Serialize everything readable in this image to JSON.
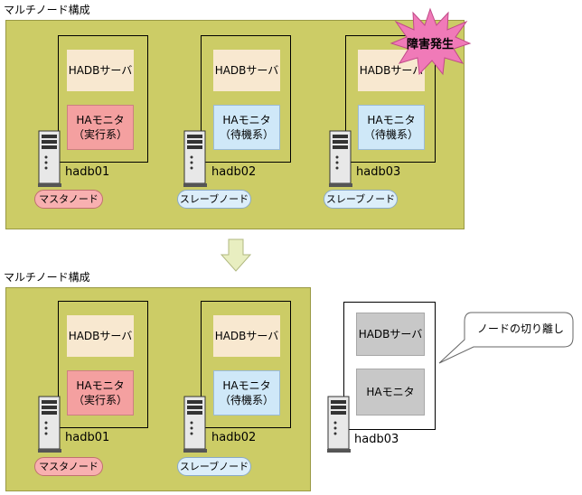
{
  "diagram": {
    "top": {
      "title": "マルチノード構成",
      "nodes": [
        {
          "server": "HADBサーバ",
          "monitor": [
            "HAモニタ",
            "（実行系）"
          ],
          "host": "hadb01",
          "role": "マスタノード"
        },
        {
          "server": "HADBサーバ",
          "monitor": [
            "HAモニタ",
            "（待機系）"
          ],
          "host": "hadb02",
          "role": "スレーブノード"
        },
        {
          "server": "HADBサーバ",
          "monitor": [
            "HAモニタ",
            "（待機系）"
          ],
          "host": "hadb03",
          "role": "スレーブノード"
        }
      ],
      "failure_label": "障害発生"
    },
    "bottom": {
      "title": "マルチノード構成",
      "nodes": [
        {
          "server": "HADBサーバ",
          "monitor": [
            "HAモニタ",
            "（実行系）"
          ],
          "host": "hadb01",
          "role": "マスタノード"
        },
        {
          "server": "HADBサーバ",
          "monitor": [
            "HAモニタ",
            "（待機系）"
          ],
          "host": "hadb02",
          "role": "スレーブノード"
        }
      ],
      "isolated_node": {
        "server": "HADBサーバ",
        "monitor": "HAモニタ",
        "host": "hadb03"
      },
      "callout": "ノードの切り離し"
    },
    "colors": {
      "cluster": "#cccc66",
      "server_box": "#f8e8d0",
      "active_monitor": "#f4a0a0",
      "standby_monitor": "#cfe8f8",
      "isolated_box": "#c8c8c8",
      "failure_burst": "#f07ab8",
      "arrow": "#e8eec0"
    }
  }
}
